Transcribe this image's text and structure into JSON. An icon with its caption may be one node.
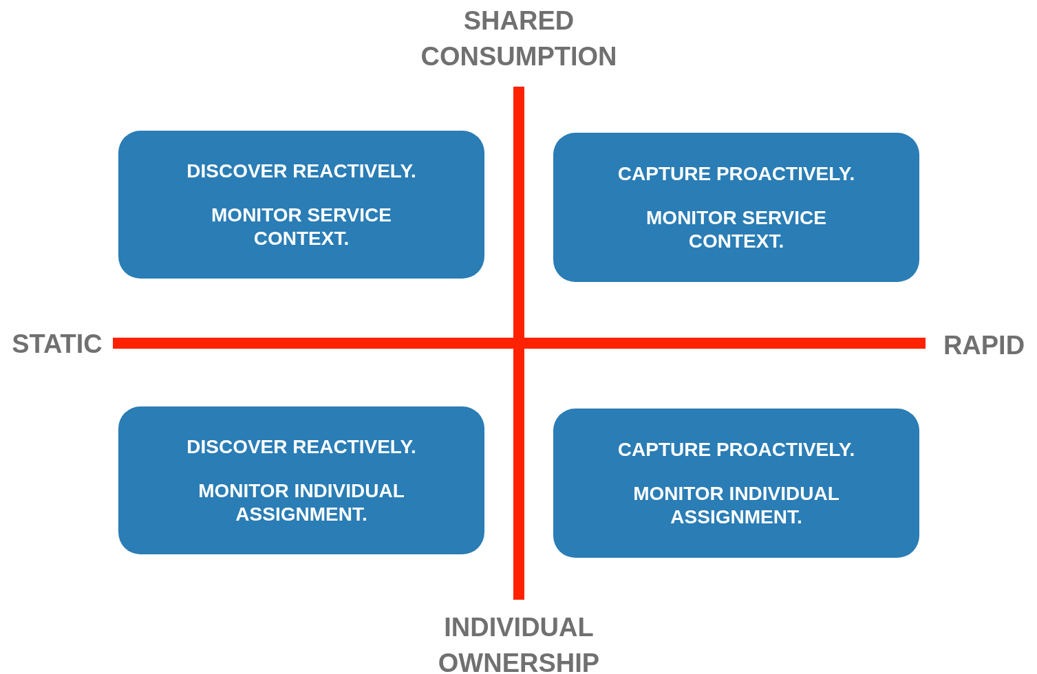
{
  "diagram": {
    "nodes": [
      {
        "text": [
          "DISCOVER REACTIVELY.",
          "MONITOR SERVICE CONTEXT."
        ]
      },
      {
        "text": [
          "CAPTURE PROACTIVELY.",
          "MONITOR SERVICE CONTEXT."
        ]
      },
      {
        "text": [
          "DISCOVER REACTIVELY.",
          "MONITOR INDIVIDUAL ASSIGNMENT."
        ]
      },
      {
        "text": [
          "CAPTURE PROACTIVELY.",
          "MONITOR INDIVIDUAL ASSIGNMENT."
        ]
      }
    ],
    "labels": [
      "SHARED CONSUMPTION",
      "STATIC",
      "RAPID",
      "INDIVIDUAL OWNERSHIP"
    ]
  }
}
